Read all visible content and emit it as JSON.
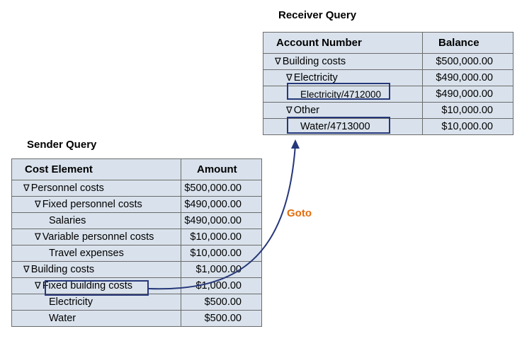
{
  "receiver": {
    "title": "Receiver Query",
    "headers": [
      "Account Number",
      "Balance"
    ],
    "rows": [
      {
        "label": "Building costs",
        "value": "$500,000.00"
      },
      {
        "label": "Electricity",
        "value": "$490,000.00"
      },
      {
        "label": "Electricity/4712000",
        "value": "$490,000.00"
      },
      {
        "label": "Other",
        "value": "$10,000.00"
      },
      {
        "label": "Water/4713000",
        "value": "$10,000.00"
      }
    ]
  },
  "sender": {
    "title": "Sender Query",
    "headers": [
      "Cost Element",
      "Amount"
    ],
    "rows": [
      {
        "label": "Personnel costs",
        "value": "$500,000.00"
      },
      {
        "label": "Fixed personnel costs",
        "value": "$490,000.00"
      },
      {
        "label": "Salaries",
        "value": "$490,000.00"
      },
      {
        "label": "Variable personnel costs",
        "value": "$10,000.00"
      },
      {
        "label": "Travel expenses",
        "value": "$10,000.00"
      },
      {
        "label": "Building costs",
        "value": "$1,000.00"
      },
      {
        "label": "Fixed building costs",
        "value": "$1,000.00"
      },
      {
        "label": "Electricity",
        "value": "$500.00"
      },
      {
        "label": "Water",
        "value": "$500.00"
      }
    ]
  },
  "goto_label": "Goto",
  "colors": {
    "cell_fill": "#d9e2ec",
    "highlight_border": "#26377a",
    "arrow": "#26377a",
    "goto_text": "#e46c0a"
  },
  "icons": {
    "expand": "triangle-down-icon",
    "arrow": "curved-arrow-icon"
  }
}
